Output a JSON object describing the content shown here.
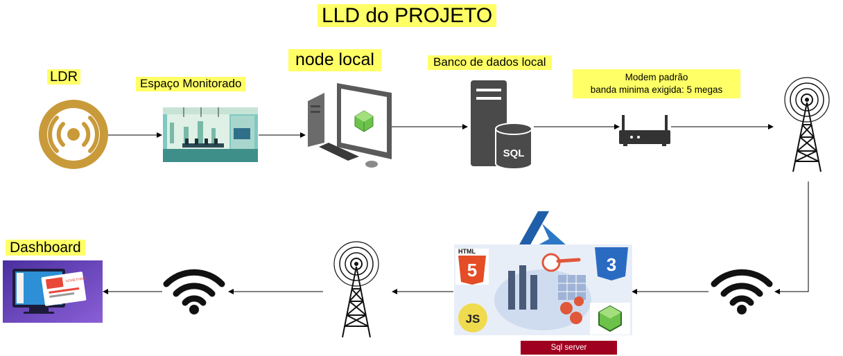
{
  "title": "LLD do PROJETO",
  "nodes": {
    "ldr": "LDR",
    "espaco": "Espaço Monitorado",
    "node_local": "node local",
    "banco": "Banco de dados local",
    "modem_line1": "Modem padrão",
    "modem_line2": "banda minima exigida: 5 megas",
    "dashboard": "Dashboard",
    "sql_server": "Sql server"
  },
  "icons": {
    "db_text": "SQL",
    "html_text": "HTML",
    "html_num": "5",
    "css_num": "3",
    "js_text": "JS",
    "dashboard_card": "SOMETHING"
  },
  "colors": {
    "highlight": "#ffff66",
    "ldr_gold": "#c99a3a",
    "sql_badge": "#a00020",
    "azure": "#1f5ea8"
  }
}
